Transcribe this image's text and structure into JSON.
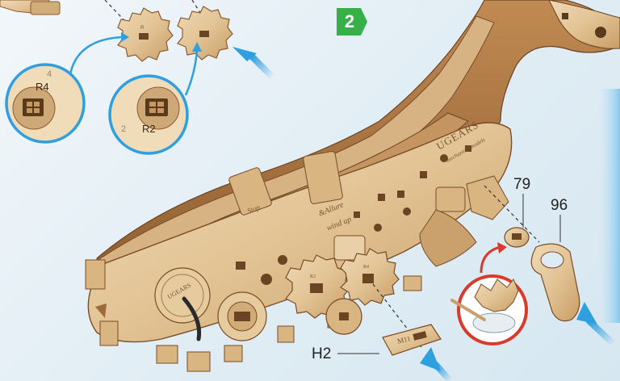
{
  "step": {
    "number": "2",
    "color": "#38b04a"
  },
  "callouts": {
    "part_79": "79",
    "part_96": "96",
    "part_h2": "H2"
  },
  "zoom_circles": {
    "left_label": "R4",
    "left_side_number": "4",
    "right_label": "R2",
    "right_side_number": "2"
  },
  "engravings": {
    "brand": "UGEARS",
    "brand_tagline": "mechanical models",
    "allure": "&Allure",
    "wind_up": "wind up",
    "stop": "Stop",
    "part_marking": "M11",
    "knob_brand": "UGEARS",
    "gear_mark_left": "R2",
    "gear_mark_right": "R4"
  },
  "colors": {
    "wood_light": "#e8cfa6",
    "wood_mid": "#d4b07e",
    "wood_dark": "#9c6b3c",
    "arrow_blue": "#2f9fe0",
    "glue_red": "#d93a2b"
  },
  "icons": [
    "assembly-arrow-icon",
    "rotate-arrow-icon",
    "glue-bowl-icon"
  ]
}
